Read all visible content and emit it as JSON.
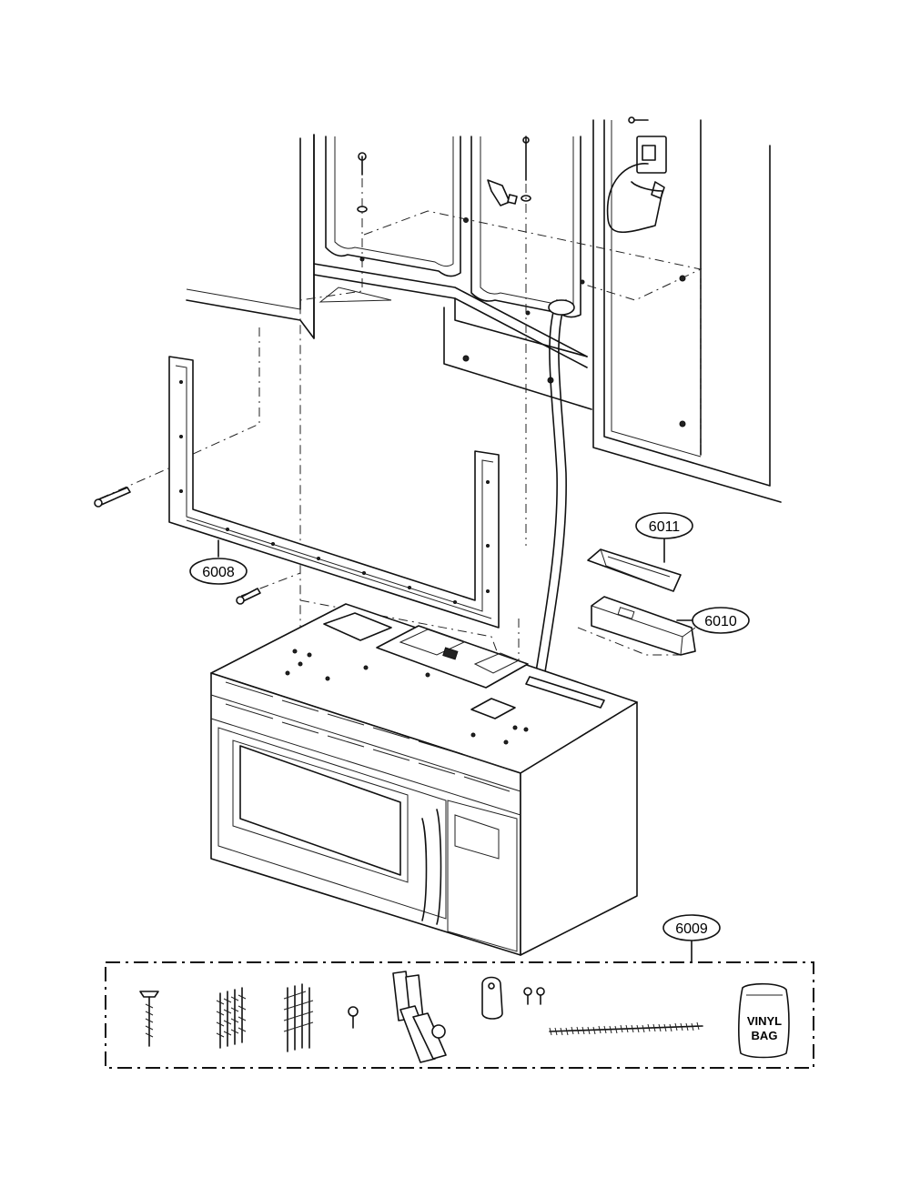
{
  "callouts": {
    "c6008": "6008",
    "c6009": "6009",
    "c6010": "6010",
    "c6011": "6011"
  },
  "vinyl_bag": {
    "line1": "VINYL",
    "line2": "BAG"
  }
}
